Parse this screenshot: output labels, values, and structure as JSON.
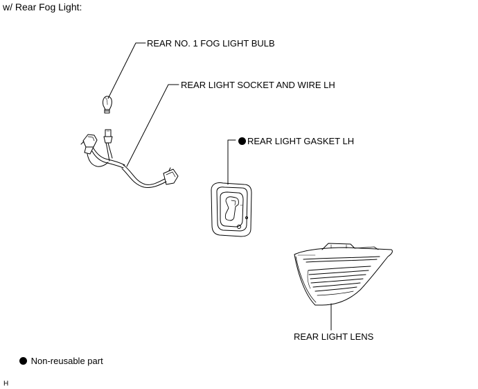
{
  "header": {
    "title": "w/ Rear Fog Light:"
  },
  "callouts": {
    "bulb": "REAR NO. 1 FOG LIGHT BULB",
    "socket": "REAR LIGHT SOCKET AND WIRE LH",
    "gasket": "REAR LIGHT GASKET LH",
    "lens": "REAR LIGHT LENS"
  },
  "legend": {
    "non_reusable": "Non-reusable part"
  },
  "corner_code": "H",
  "icons": {
    "non_reusable_marker": "filled-circle-icon"
  }
}
